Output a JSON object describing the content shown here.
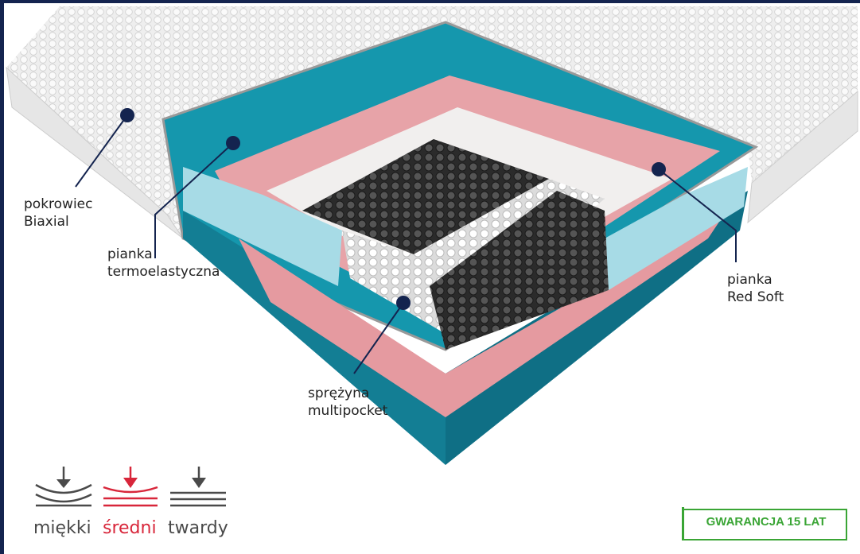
{
  "labels": {
    "cover": [
      "pokrowiec",
      "Biaxial"
    ],
    "thermo_foam": [
      "pianka",
      "termoelastyczna"
    ],
    "red_soft": [
      "pianka",
      "Red Soft"
    ],
    "spring": [
      "sprężyna",
      "multipocket"
    ]
  },
  "firmness_legend": {
    "items": [
      "miękki",
      "średni",
      "twardy"
    ],
    "selected": "średni",
    "selected_color": "#d8263a",
    "default_color": "#4a4a4a"
  },
  "warranty_badge": "GWARANCJA 15 LAT",
  "colors": {
    "frame": "#14244f",
    "teal": "#1597ad",
    "badge": "#3aa535",
    "dot": "#14244f"
  }
}
